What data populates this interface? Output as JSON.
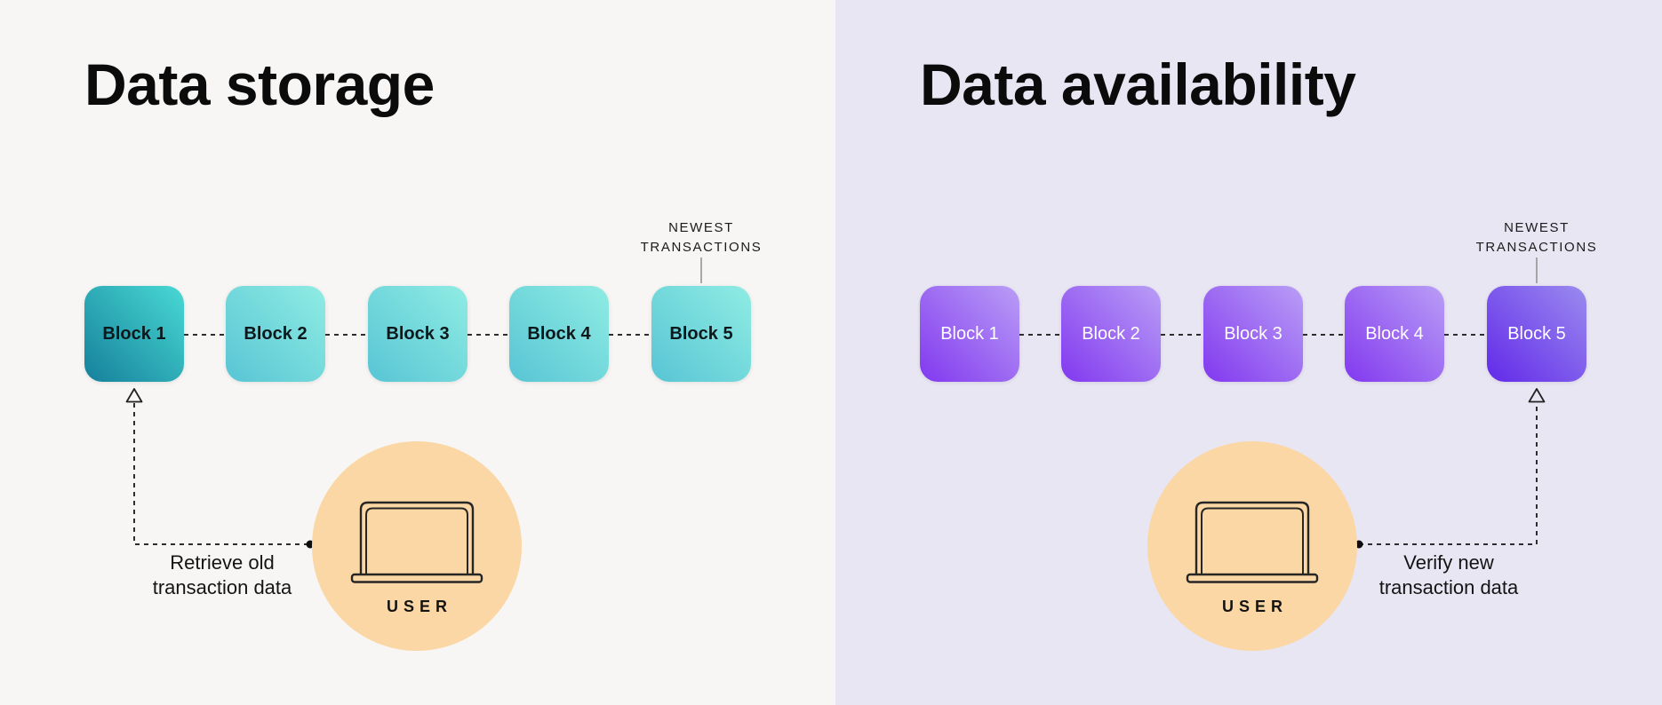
{
  "colors": {
    "left_background": "#f7f6f4",
    "right_background": "#e9e6f4",
    "teal_block_dark_gradient": [
      "#15809b",
      "#49d9d4"
    ],
    "teal_block_gradient": [
      "#58c5d4",
      "#8fece3"
    ],
    "purple_block_gradient": [
      "#8238ef",
      "#b99ef6"
    ],
    "purple_block_dark_gradient": [
      "#6229e9",
      "#9a8bef"
    ],
    "user_circle": "#fad7a4",
    "dashed_line": "#2d2d2d",
    "title_text": "#0b0b0c",
    "block_text_dark": "#0c191c",
    "block_text_light": "#ffffff"
  },
  "panels": [
    {
      "title": "Data storage",
      "annotation_lines": [
        "NEWEST",
        "TRANSACTIONS"
      ],
      "blocks": [
        "Block 1",
        "Block 2",
        "Block 3",
        "Block 4",
        "Block 5"
      ],
      "action_lines": [
        "Retrieve old",
        "transaction data"
      ],
      "user_label": "USER"
    },
    {
      "title": "Data availability",
      "annotation_lines": [
        "NEWEST",
        "TRANSACTIONS"
      ],
      "blocks": [
        "Block 1",
        "Block 2",
        "Block 3",
        "Block 4",
        "Block 5"
      ],
      "action_lines": [
        "Verify new",
        "transaction data"
      ],
      "user_label": "USER"
    }
  ]
}
